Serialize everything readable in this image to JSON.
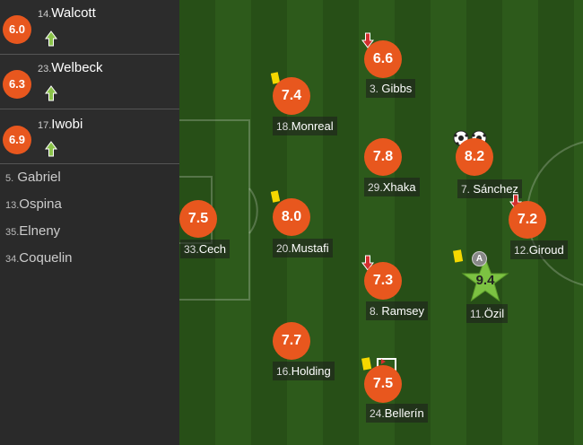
{
  "substitutes": [
    {
      "number": "14.",
      "name": "Walcott",
      "rating": "6.0"
    },
    {
      "number": "23.",
      "name": "Welbeck",
      "rating": "6.3"
    },
    {
      "number": "17.",
      "name": "Iwobi",
      "rating": "6.9"
    }
  ],
  "bench": [
    {
      "number": "5.",
      "name": "Gabriel"
    },
    {
      "number": "13.",
      "name": "Ospina"
    },
    {
      "number": "35.",
      "name": "Elneny"
    },
    {
      "number": "34.",
      "name": "Coquelin"
    }
  ],
  "players": [
    {
      "number": "33.",
      "name": "Cech",
      "rating": "7.5"
    },
    {
      "number": "18.",
      "name": "Monreal",
      "rating": "7.4"
    },
    {
      "number": "20.",
      "name": "Mustafi",
      "rating": "8.0"
    },
    {
      "number": "16.",
      "name": "Holding",
      "rating": "7.7"
    },
    {
      "number": "3. ",
      "name": "Gibbs",
      "rating": "6.6"
    },
    {
      "number": "29.",
      "name": "Xhaka",
      "rating": "7.8"
    },
    {
      "number": "8. ",
      "name": "Ramsey",
      "rating": "7.3"
    },
    {
      "number": "24.",
      "name": "Bellerín",
      "rating": "7.5"
    },
    {
      "number": "7. ",
      "name": "Sánchez",
      "rating": "8.2"
    },
    {
      "number": "11.",
      "name": "Özil",
      "rating": "9.4"
    },
    {
      "number": "12.",
      "name": "Giroud",
      "rating": "7.2"
    }
  ],
  "badges": {
    "assist": "A"
  },
  "colors": {
    "rating": "#e8571e",
    "star": "#7cc242",
    "yellow_card": "#f5d800",
    "sub_on": "#8bc34a",
    "sub_off": "#d32f2f"
  }
}
